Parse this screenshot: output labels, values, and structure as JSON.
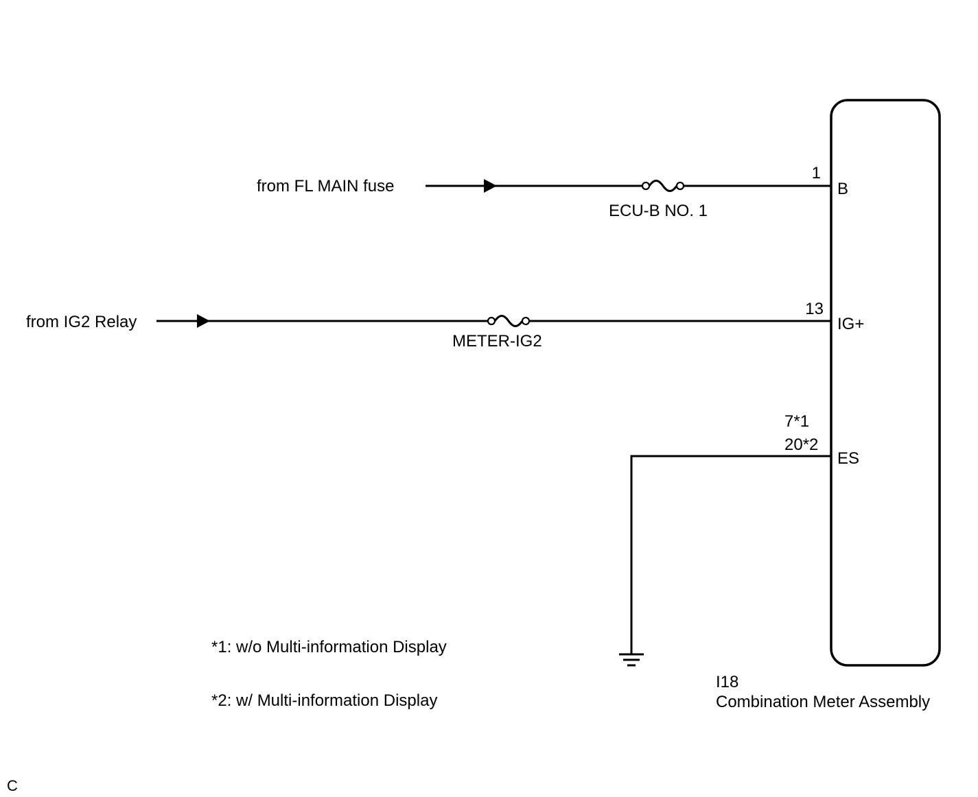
{
  "sources": {
    "fl_main": "from FL MAIN fuse",
    "ig2_relay": "from IG2 Relay"
  },
  "fuses": {
    "ecu_b": "ECU-B NO. 1",
    "meter_ig2": "METER-IG2"
  },
  "pins": {
    "b_number": "1",
    "b_name": "B",
    "ig_number": "13",
    "ig_name": "IG+",
    "es_number_1": "7*1",
    "es_number_2": "20*2",
    "es_name": "ES"
  },
  "component": {
    "code": "I18",
    "name": "Combination Meter Assembly"
  },
  "notes": {
    "note1": "*1: w/o Multi-information Display",
    "note2": "*2: w/ Multi-information Display"
  },
  "corner_label": "C"
}
